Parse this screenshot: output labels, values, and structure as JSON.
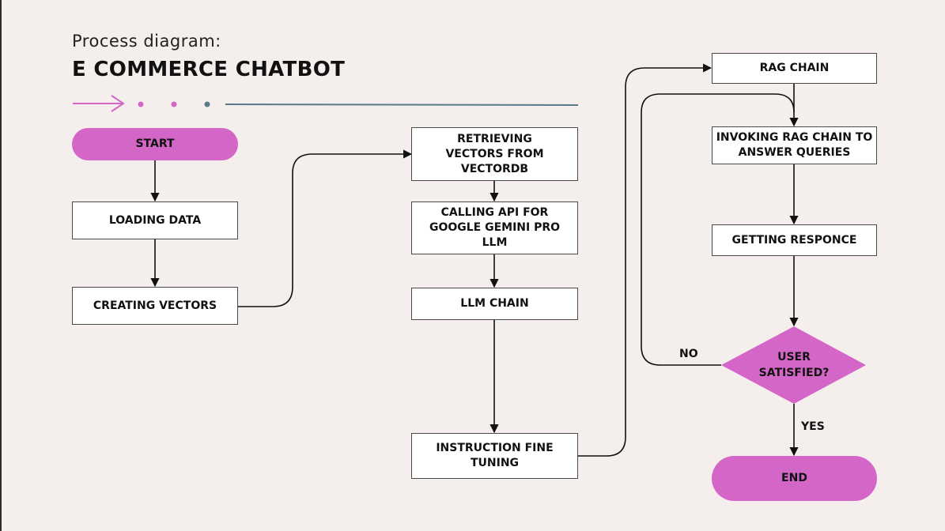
{
  "header": {
    "subtitle": "Process diagram:",
    "title": "E COMMERCE CHATBOT"
  },
  "nodes": {
    "start": "START",
    "loading_data": "LOADING DATA",
    "creating_vectors": "CREATING VECTORS",
    "retrieving_vectors": "RETRIEVING VECTORS FROM VECTORDB",
    "calling_api": "CALLING API FOR GOOGLE GEMINI PRO LLM",
    "llm_chain": "LLM CHAIN",
    "instruction_fine_tuning": "INSTRUCTION FINE TUNING",
    "rag_chain": "RAG CHAIN",
    "invoking_rag_chain": "INVOKING RAG CHAIN TO ANSWER QUERIES",
    "getting_response": "GETTING RESPONCE",
    "user_satisfied": "USER SATISFIED?",
    "end": "END"
  },
  "edge_labels": {
    "no": "NO",
    "yes": "YES"
  },
  "colors": {
    "accent_pink": "#d466c8",
    "decor_line_blue": "#5a7a88",
    "background": "#f4efec"
  }
}
